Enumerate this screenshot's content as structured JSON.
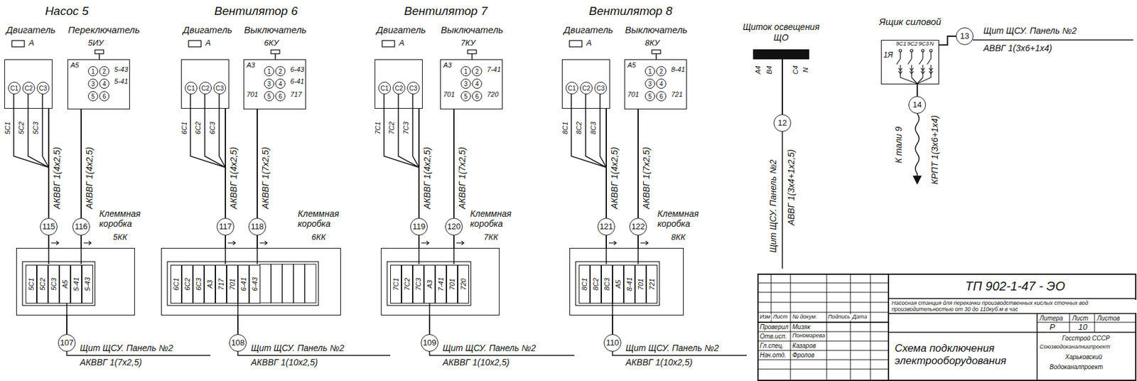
{
  "diagram": {
    "nodes": [
      {
        "text": [
          "Двигатель"
        ]
      },
      {
        "text": [
          "С1"
        ],
        "in": 0
      },
      {
        "text": [
          "С2"
        ],
        "in": 0
      },
      {
        "text": [
          "С3"
        ],
        "in": 0
      },
      {
        "text": [
          "Переключатель",
          "5ИУ"
        ]
      },
      {
        "text": [
          "1"
        ],
        "in": 4
      },
      {
        "text": [
          "2"
        ],
        "in": 4
      },
      {
        "text": [
          "3"
        ],
        "in": 4
      },
      {
        "text": [
          "4"
        ],
        "in": 4
      },
      {
        "text": [
          "5"
        ],
        "in": 4
      },
      {
        "text": [
          "6"
        ],
        "in": 4
      },
      {
        "text": [
          "115"
        ]
      },
      {
        "text": [
          "116"
        ]
      },
      {
        "text": [
          "Клеммная коробка",
          "5КК"
        ]
      },
      {
        "text": [
          "5С1"
        ],
        "in": 13
      },
      {
        "text": [
          "5С2"
        ],
        "in": 13
      },
      {
        "text": [
          "5С3"
        ],
        "in": 13
      },
      {
        "text": [
          "А5"
        ],
        "in": 13
      },
      {
        "text": [
          "5-41"
        ],
        "in": 13
      },
      {
        "text": [
          "5-43"
        ],
        "in": 13
      },
      {
        "text": [
          "107"
        ]
      },
      {
        "text": [
          "Двигатель"
        ]
      },
      {
        "text": [
          "С1"
        ],
        "in": 21
      },
      {
        "text": [
          "С2"
        ],
        "in": 21
      },
      {
        "text": [
          "С3"
        ],
        "in": 21
      },
      {
        "text": [
          "Выключатель",
          "6КУ"
        ]
      },
      {
        "text": [
          "1"
        ],
        "in": 25
      },
      {
        "text": [
          "2"
        ],
        "in": 25
      },
      {
        "text": [
          "3"
        ],
        "in": 25
      },
      {
        "text": [
          "4"
        ],
        "in": 25
      },
      {
        "text": [
          "5"
        ],
        "in": 25
      },
      {
        "text": [
          "6"
        ],
        "in": 25
      },
      {
        "text": [
          "117"
        ]
      },
      {
        "text": [
          "118"
        ]
      },
      {
        "text": [
          "Клеммная коробка",
          "6КК"
        ]
      },
      {
        "text": [
          "6С1"
        ],
        "in": 34
      },
      {
        "text": [
          "6С2"
        ],
        "in": 34
      },
      {
        "text": [
          "6С3"
        ],
        "in": 34
      },
      {
        "text": [
          "А3"
        ],
        "in": 34
      },
      {
        "text": [
          "717"
        ],
        "in": 34
      },
      {
        "text": [
          "701"
        ],
        "in": 34
      },
      {
        "text": [
          "6-41"
        ],
        "in": 34
      },
      {
        "text": [
          "6-43"
        ],
        "in": 34
      },
      {
        "text": [
          "108"
        ]
      },
      {
        "text": [
          "Двигатель"
        ]
      },
      {
        "text": [
          "С1"
        ],
        "in": 44
      },
      {
        "text": [
          "С2"
        ],
        "in": 44
      },
      {
        "text": [
          "С3"
        ],
        "in": 44
      },
      {
        "text": [
          "Выключатель",
          "7КУ"
        ]
      },
      {
        "text": [
          "1"
        ],
        "in": 48
      },
      {
        "text": [
          "2"
        ],
        "in": 48
      },
      {
        "text": [
          "3"
        ],
        "in": 48
      },
      {
        "text": [
          "4"
        ],
        "in": 48
      },
      {
        "text": [
          "5"
        ],
        "in": 48
      },
      {
        "text": [
          "6"
        ],
        "in": 48
      },
      {
        "text": [
          "119"
        ]
      },
      {
        "text": [
          "120"
        ]
      },
      {
        "text": [
          "Клеммная коробка",
          "7КК"
        ]
      },
      {
        "text": [
          "7С1"
        ],
        "in": 57
      },
      {
        "text": [
          "7С2"
        ],
        "in": 57
      },
      {
        "text": [
          "7С3"
        ],
        "in": 57
      },
      {
        "text": [
          "А3"
        ],
        "in": 57
      },
      {
        "text": [
          "7-41"
        ],
        "in": 57
      },
      {
        "text": [
          "701"
        ],
        "in": 57
      },
      {
        "text": [
          "720"
        ],
        "in": 57
      },
      {
        "text": [
          "109"
        ]
      },
      {
        "text": [
          "Двигатель"
        ]
      },
      {
        "text": [
          "С1"
        ],
        "in": 66
      },
      {
        "text": [
          "С2"
        ],
        "in": 66
      },
      {
        "text": [
          "С3"
        ],
        "in": 66
      },
      {
        "text": [
          "Выключатель",
          "8КУ"
        ]
      },
      {
        "text": [
          "1"
        ],
        "in": 70
      },
      {
        "text": [
          "2"
        ],
        "in": 70
      },
      {
        "text": [
          "3"
        ],
        "in": 70
      },
      {
        "text": [
          "4"
        ],
        "in": 70
      },
      {
        "text": [
          "5"
        ],
        "in": 70
      },
      {
        "text": [
          "6"
        ],
        "in": 70
      },
      {
        "text": [
          "121"
        ]
      },
      {
        "text": [
          "122"
        ]
      },
      {
        "text": [
          "Клеммная коробка",
          "8КК"
        ]
      },
      {
        "text": [
          "8С1"
        ],
        "in": 79
      },
      {
        "text": [
          "8С2"
        ],
        "in": 79
      },
      {
        "text": [
          "8С3"
        ],
        "in": 79
      },
      {
        "text": [
          "А5"
        ],
        "in": 79
      },
      {
        "text": [
          "8-41"
        ],
        "in": 79
      },
      {
        "text": [
          "701"
        ],
        "in": 79
      },
      {
        "text": [
          "721"
        ],
        "in": 79
      },
      {
        "text": [
          "110"
        ]
      },
      {
        "text": [
          "Щиток освещения ЩО"
        ]
      },
      {
        "text": [
          "12"
        ]
      },
      {
        "text": [
          "Ящик силовой"
        ]
      },
      {
        "text": [
          "13"
        ]
      },
      {
        "text": [
          "14"
        ]
      }
    ],
    "edges": [
      {
        "from": 0,
        "to": 11,
        "arrow": "none"
      },
      {
        "from": 11,
        "to": 13,
        "arrow": "none"
      },
      {
        "from": 4,
        "to": 12,
        "arrow": "none"
      },
      {
        "from": 12,
        "to": 13,
        "arrow": "none"
      },
      {
        "from": 13,
        "to": 20,
        "arrow": "none"
      },
      {
        "from": 21,
        "to": 32,
        "arrow": "none"
      },
      {
        "from": 32,
        "to": 34,
        "arrow": "none"
      },
      {
        "from": 25,
        "to": 33,
        "arrow": "none"
      },
      {
        "from": 33,
        "to": 34,
        "arrow": "none"
      },
      {
        "from": 34,
        "to": 43,
        "arrow": "none"
      },
      {
        "from": 44,
        "to": 55,
        "arrow": "none"
      },
      {
        "from": 55,
        "to": 57,
        "arrow": "none"
      },
      {
        "from": 48,
        "to": 56,
        "arrow": "none"
      },
      {
        "from": 56,
        "to": 57,
        "arrow": "none"
      },
      {
        "from": 57,
        "to": 65,
        "arrow": "none"
      },
      {
        "from": 66,
        "to": 77,
        "arrow": "none"
      },
      {
        "from": 77,
        "to": 79,
        "arrow": "none"
      },
      {
        "from": 70,
        "to": 78,
        "arrow": "none"
      },
      {
        "from": 78,
        "to": 79,
        "arrow": "none"
      },
      {
        "from": 79,
        "to": 87,
        "arrow": "none"
      },
      {
        "from": 88,
        "to": 89,
        "arrow": "none"
      },
      {
        "from": 90,
        "to": 91,
        "arrow": "none"
      },
      {
        "from": 90,
        "to": 92,
        "arrow": "none"
      }
    ],
    "labels": [
      "Насос 5",
      "А",
      "5С1",
      "5С2",
      "5С3",
      "АКВВГ 1(4х2,5)",
      "АКВВГ 1(4х2,5)",
      "А5",
      "5-43",
      "5-41",
      "Щит ЩСУ. Панель №2",
      "АКВВГ 1(7х2,5)",
      "Вентилятор 6",
      "А",
      "6С1",
      "6С2",
      "6С3",
      "АКВВГ 1(4х2,5)",
      "АКВВГ 1(7х2,5)",
      "А3",
      "6-43",
      "6-41",
      "701",
      "717",
      "Щит ЩСУ. Панель №2",
      "АКВВГ 1(10х2,5)",
      "Вентилятор 7",
      "А",
      "7С1",
      "7С2",
      "7С3",
      "АКВВГ 1(4х2,5)",
      "АКВВГ 1(7х2,5)",
      "А3",
      "7-41",
      "701",
      "720",
      "Щит ЩСУ. Панель №2",
      "АКВВГ 1(10х2,5)",
      "Вентилятор 8",
      "А",
      "8С1",
      "8С2",
      "8С3",
      "АКВВГ 1(4х2,5)",
      "АКВВГ 1(7х2,5)",
      "А5",
      "8-41",
      "701",
      "721",
      "Щит ЩСУ. Панель №2",
      "АКВВГ 1(10х2,5)",
      "А4",
      "В4",
      "С4",
      "N",
      "Щит ЩСУ. Панель №2",
      "АВВГ 1(3х4+1х2,5)",
      "1Я",
      "9С1",
      "9С2",
      "9С3",
      "N",
      "Щит ЩСУ. Панель №2",
      "АВВГ 1(3х6+1х4)",
      "К тали 9",
      "КРПТ 1(3х6+1х4)",
      "ТП 902-1-47 - ЭО",
      "Насосная станция для перекачки производственных кислых сточных вод производительностью от 30 до 110куб.м в час",
      "Изм",
      "Лист",
      "№ докум.",
      "Подпись",
      "Дата",
      "Проверил",
      "Мизяк",
      "Отв.исп.",
      "Пономарева",
      "Гл.спец.",
      "Казаров",
      "Нач.отд.",
      "Фролов",
      "Литера",
      "Лист",
      "Листов",
      "Р",
      "10",
      "Схема подключения электрооборудования",
      "Госстрой СССР",
      "Союзводоканалниипроект",
      "Харьковский",
      "Водоканалпроект"
    ]
  }
}
